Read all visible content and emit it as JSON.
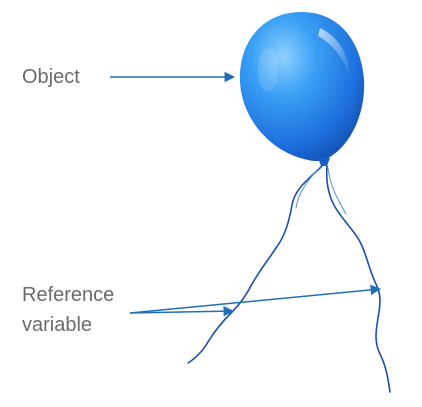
{
  "labels": {
    "object": "Object",
    "reference_line1": "Reference",
    "reference_line2": "variable"
  },
  "colors": {
    "text": "#6b6b6b",
    "arrow": "#1f6fb5",
    "balloon_main": "#2f8ff0",
    "balloon_dark": "#1a5fc4",
    "string": "#1d4fa8"
  },
  "icons": {
    "balloon": "balloon-icon"
  }
}
